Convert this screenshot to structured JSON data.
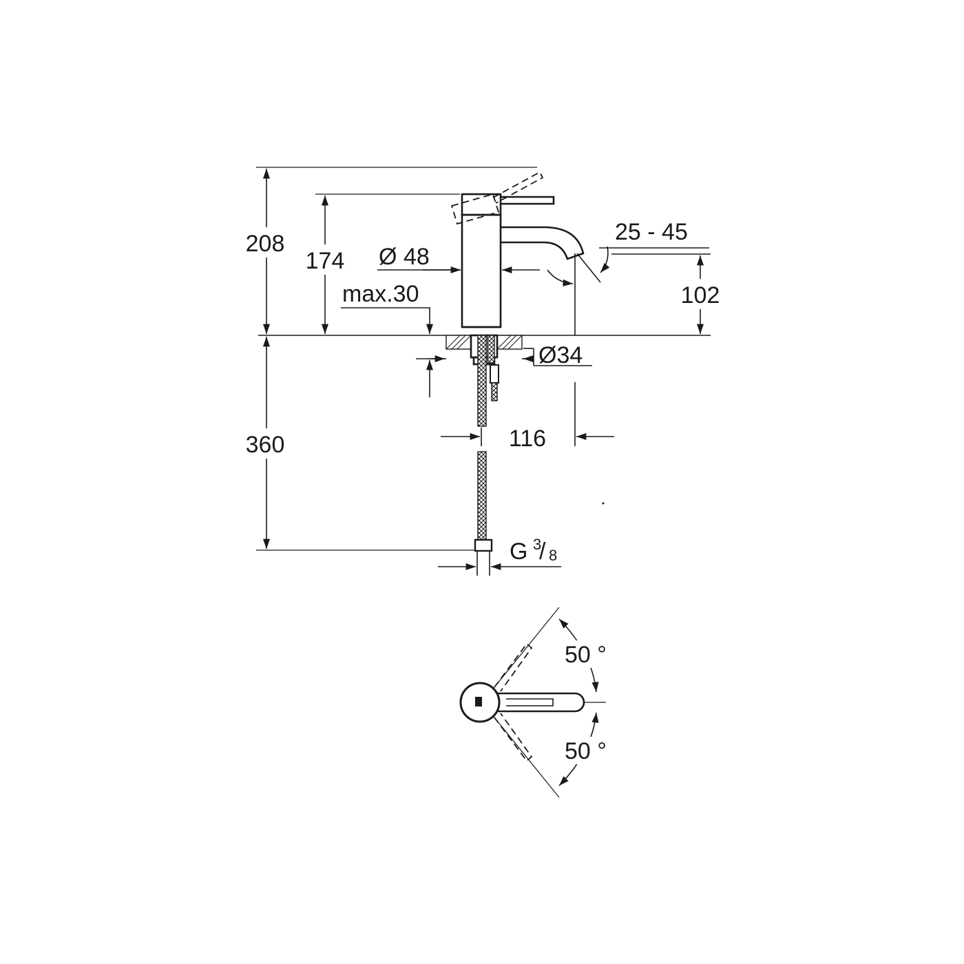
{
  "dimensions": {
    "overall_height_handle_raised": "208",
    "body_height": "174",
    "body_diameter_symbol": "Ø",
    "body_diameter": "48",
    "max_deck_thickness": "max.30",
    "spout_angle_range": "25 - 45",
    "spout_outlet_height": "102",
    "mounting_hole_diameter": "Ø34",
    "hose_length": "360",
    "spout_projection": "116",
    "connection_thread": "G",
    "thread_numerator": "3",
    "thread_denominator": "8",
    "handle_rotation_up": "50 °",
    "handle_rotation_down": "50 °"
  },
  "colors": {
    "line": "#1a1a1a",
    "background": "#ffffff"
  }
}
